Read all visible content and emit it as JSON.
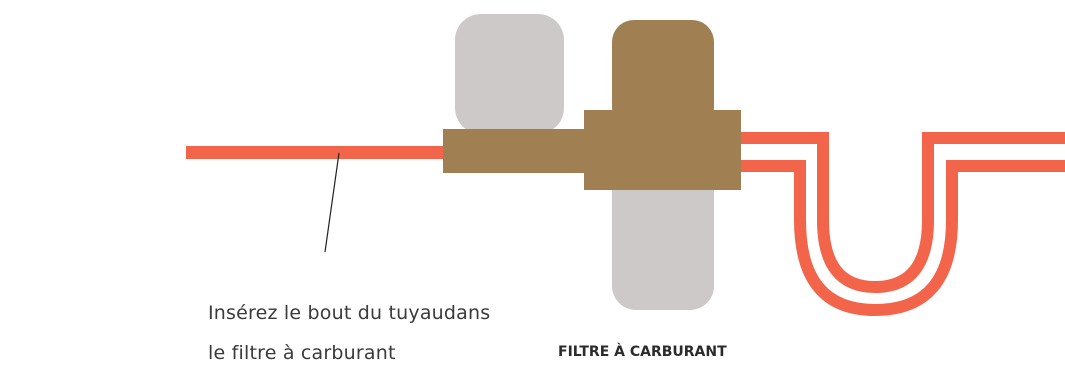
{
  "caption": {
    "line1": "Insérez le bout du tuyaudans",
    "line2": "le filtre à carburant"
  },
  "filter_label": "FILTRE À CARBURANT",
  "colors": {
    "hose": "#f2654a",
    "filter_body": "#a08053",
    "filter_housing": "#cdc9c8",
    "leader_line": "#222222",
    "text": "#3a3a3a"
  }
}
